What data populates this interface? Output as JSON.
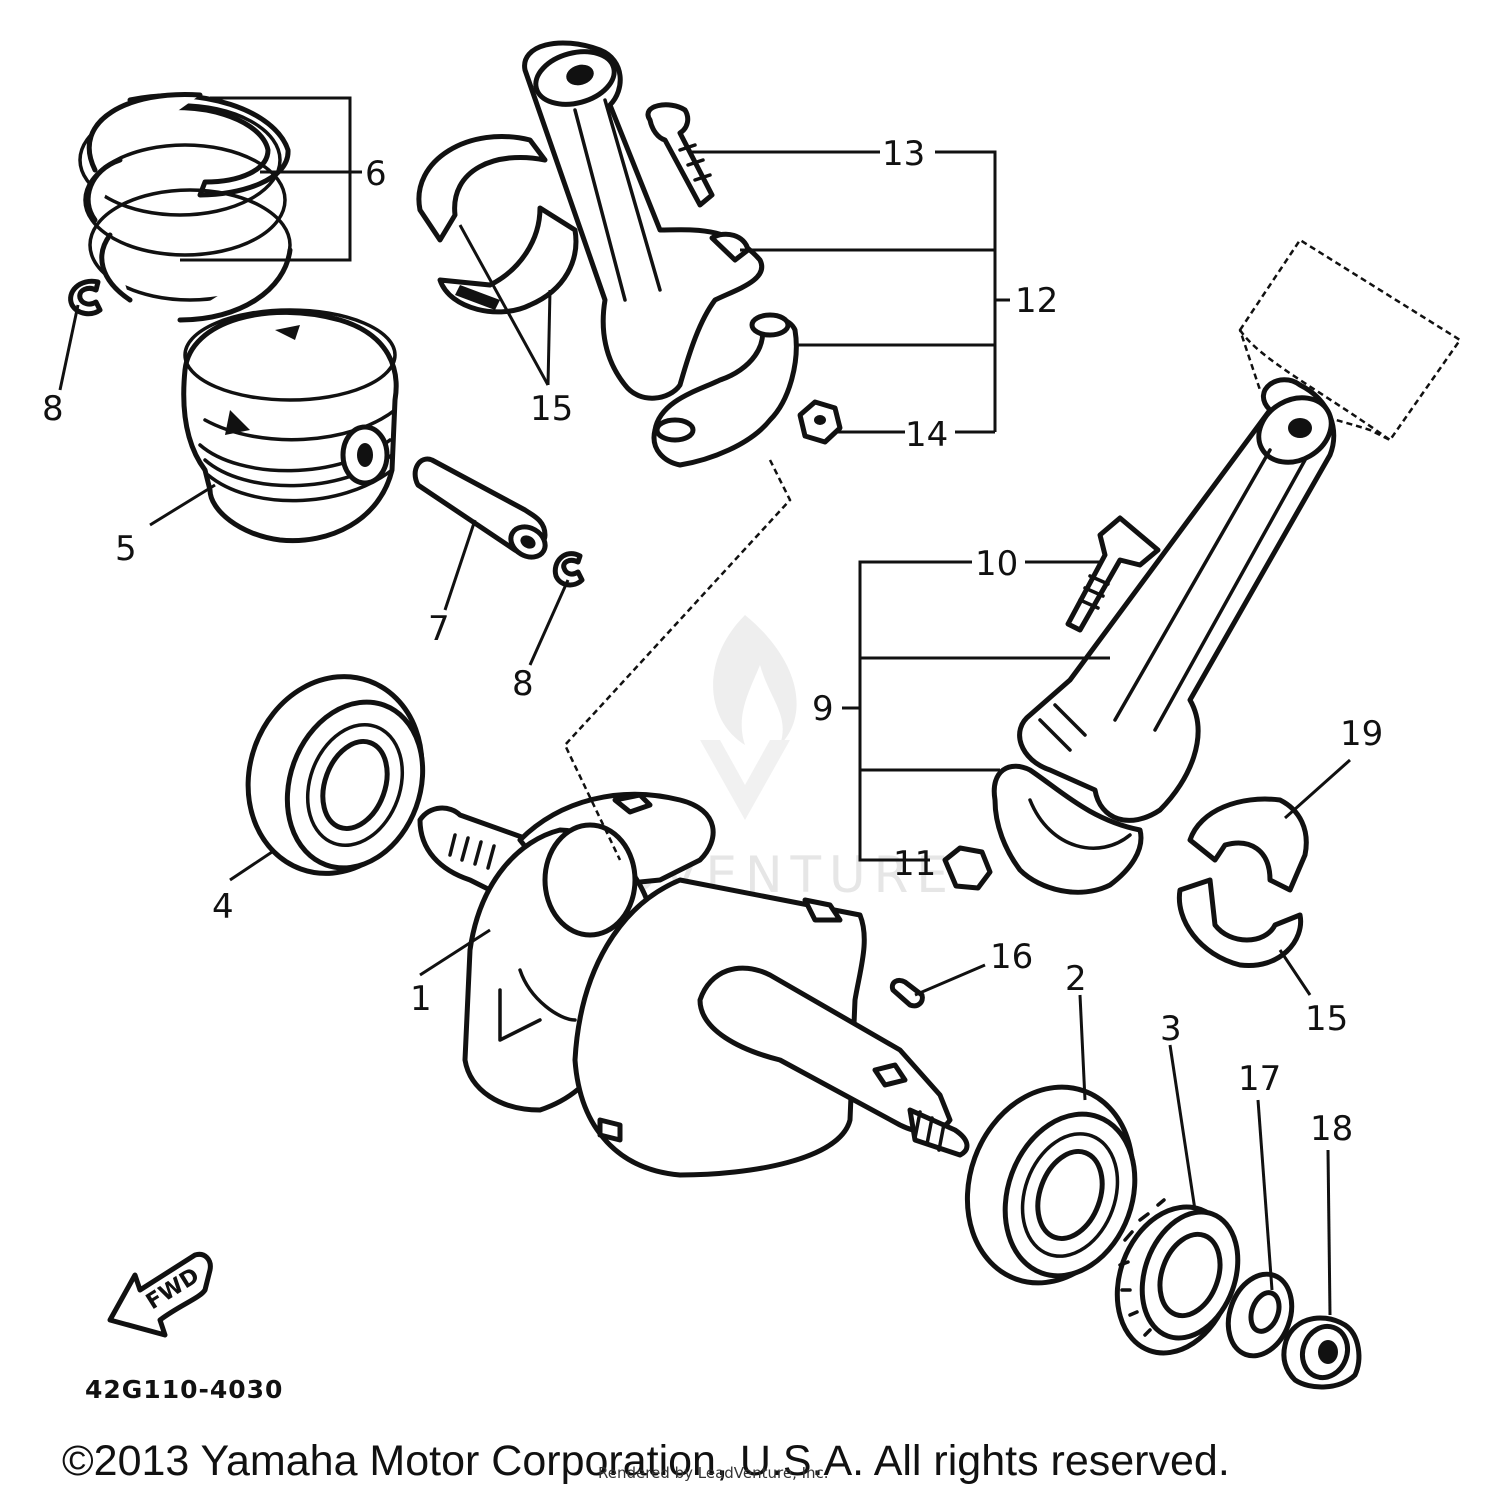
{
  "diagram": {
    "callouts": {
      "c1": "1",
      "c2": "2",
      "c3": "3",
      "c4": "4",
      "c5": "5",
      "c6": "6",
      "c7": "7",
      "c8a": "8",
      "c8b": "8",
      "c9": "9",
      "c10": "10",
      "c11": "11",
      "c12": "12",
      "c13": "13",
      "c14": "14",
      "c15a": "15",
      "c15b": "15",
      "c16": "16",
      "c17": "17",
      "c18": "18",
      "c19": "19"
    },
    "fwd_label": "FWD",
    "diagram_code": "42G110-4030",
    "watermark": "LEADVENTURE",
    "rendered_by": "Rendered by LeadVenture, Inc."
  },
  "footer": {
    "copyright": "©2013 Yamaha Motor Corporation, U.S.A. All rights reserved."
  }
}
